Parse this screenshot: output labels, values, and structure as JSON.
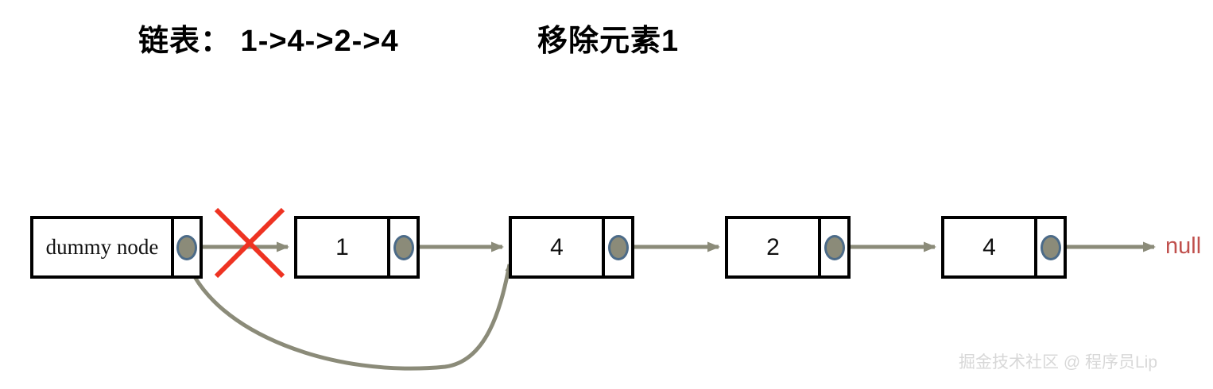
{
  "titles": {
    "linked_list": "链表： 1->4->2->4",
    "operation": "移除元素1"
  },
  "colors": {
    "box_border": "#000000",
    "arrow_gray": "#8b8b79",
    "dot_fill": "#8b8b79",
    "dot_border": "#4c6b88",
    "cross_red": "#ee3322",
    "null_red": "#c0504d",
    "watermark_gray": "#d8d8d8",
    "background": "#ffffff"
  },
  "diagram": {
    "type": "linked-list",
    "nodes": [
      {
        "id": "dummy",
        "label": "dummy node",
        "kind": "dummy",
        "pointer": "dot"
      },
      {
        "id": "n1",
        "label": "1",
        "kind": "data",
        "pointer": "dot",
        "removed": true
      },
      {
        "id": "n2",
        "label": "4",
        "kind": "data",
        "pointer": "dot",
        "removed": false
      },
      {
        "id": "n3",
        "label": "2",
        "kind": "data",
        "pointer": "dot",
        "removed": false
      },
      {
        "id": "n4",
        "label": "4",
        "kind": "data",
        "pointer": "dot",
        "removed": false
      }
    ],
    "terminator": "null",
    "annotations": {
      "cross_marks_removed_link": true,
      "rewire_arrow": "dummy -> 4 (skip node 1)"
    }
  },
  "watermark": "掘金技术社区 @ 程序员Lip"
}
